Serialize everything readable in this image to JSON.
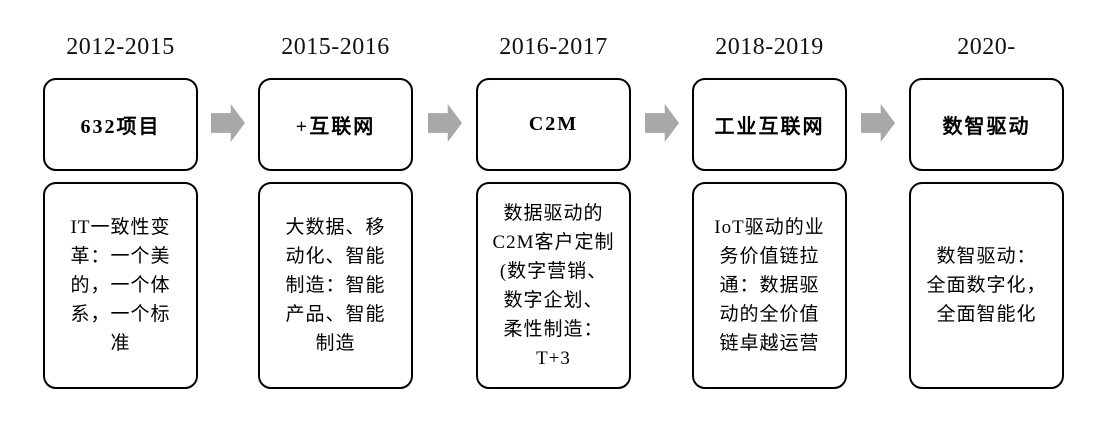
{
  "diagram": {
    "title": "digital-transformation-timeline",
    "type": "timeline-flow",
    "colors": {
      "box_border": "#000000",
      "box_fill": "#ffffff",
      "arrow": "#a8a8a8",
      "text": "#000000"
    },
    "arrow_icon": "arrow-right-icon",
    "phases": [
      {
        "year": "2012-2015",
        "title": "632项目",
        "description_lines": [
          "IT一致性变",
          "革：一个美",
          "的，一个体",
          "系，一个标",
          "准"
        ]
      },
      {
        "year": "2015-2016",
        "title": "+互联网",
        "description_lines": [
          "大数据、移",
          "动化、智能",
          "制造：智能",
          "产品、智能",
          "制造"
        ]
      },
      {
        "year": "2016-2017",
        "title": "C2M",
        "description_lines": [
          "数据驱动的",
          "C2M客户定制",
          "(数字营销、",
          "数字企划、",
          "柔性制造：",
          "T+3"
        ]
      },
      {
        "year": "2018-2019",
        "title": "工业互联网",
        "description_lines": [
          "IoT驱动的业",
          "务价值链拉",
          "通：数据驱",
          "动的全价值",
          "链卓越运营"
        ]
      },
      {
        "year": "2020-",
        "title": "数智驱动",
        "description_lines": [
          "数智驱动：",
          "全面数字化，",
          "全面智能化"
        ]
      }
    ]
  }
}
